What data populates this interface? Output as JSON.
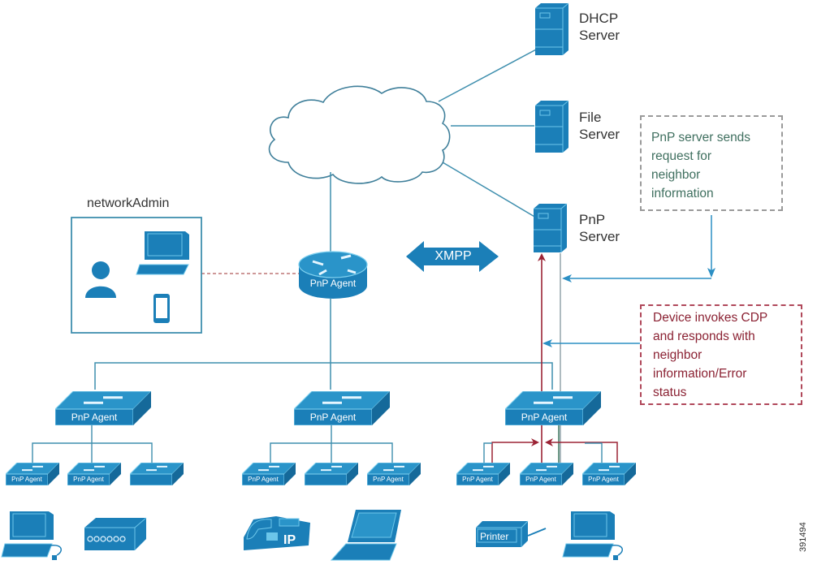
{
  "colors": {
    "device_blue": "#1b7fb8",
    "device_edge": "#5cc0ea",
    "link_teal": "#3f8fae",
    "flow_red": "#9b2335",
    "flow_blue": "#2b8fc4",
    "flow_green": "#2f6b52",
    "note_green_text": "#3f6f5f",
    "note_red_text": "#8b2233"
  },
  "servers": [
    {
      "line1": "DHCP",
      "line2": "Server"
    },
    {
      "line1": "File",
      "line2": "Server"
    },
    {
      "line1": "PnP",
      "line2": "Server"
    }
  ],
  "notes": {
    "server_request": [
      "PnP server sends",
      "request for",
      "neighbor",
      "information"
    ],
    "device_response": [
      "Device invokes CDP",
      "and responds with",
      "neighbor",
      "information/Error",
      "status"
    ]
  },
  "admin": {
    "title": "networkAdmin",
    "icons": [
      "user-icon",
      "desktop-icon",
      "smartphone-icon"
    ]
  },
  "protocol_label": "XMPP",
  "router_label": "PnP Agent",
  "distribution_switches": [
    {
      "label": "PnP Agent"
    },
    {
      "label": "PnP Agent"
    },
    {
      "label": "PnP Agent"
    }
  ],
  "access_switches": [
    {
      "label": "PnP Agent"
    },
    {
      "label": "PnP Agent"
    },
    {
      "label": ""
    },
    {
      "label": "PnP Agent"
    },
    {
      "label": ""
    },
    {
      "label": "PnP Agent"
    },
    {
      "label": "PnP Agent"
    },
    {
      "label": "PnP Agent"
    },
    {
      "label": "PnP Agent"
    }
  ],
  "endpoints": [
    {
      "type": "desktop-computer"
    },
    {
      "type": "access-point"
    },
    {
      "type": "ip-phone",
      "label": "IP"
    },
    {
      "type": "laptop"
    },
    {
      "type": "printer",
      "label": "Printer"
    },
    {
      "type": "desktop-computer"
    }
  ],
  "figure_id": "391494"
}
